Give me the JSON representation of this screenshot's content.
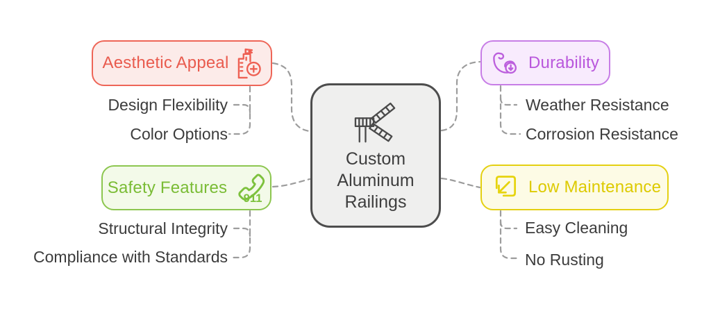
{
  "diagram_title": "Custom Aluminum Railings",
  "center_node": {
    "lines": [
      "Custom",
      "Aluminum",
      "Railings"
    ],
    "icon": "railing-icon",
    "colors": {
      "background": "#efefee",
      "border": "#4d4d4d",
      "text": "#3e3e3e"
    }
  },
  "topics": {
    "aesthetic_appeal": {
      "label": "Aesthetic Appeal",
      "icon": "building-add-icon",
      "colors": {
        "background": "#fcebe9",
        "border": "#ee6557",
        "text": "#e95b4e"
      },
      "children": [
        "Design Flexibility",
        "Color Options"
      ]
    },
    "durability": {
      "label": "Durability",
      "icon": "bicep-strength-icon",
      "colors": {
        "background": "#f8ebfd",
        "border": "#c77de6",
        "text": "#b957dc"
      },
      "children": [
        "Weather Resistance",
        "Corrosion Resistance"
      ]
    },
    "safety_features": {
      "label": "Safety Features",
      "icon": "emergency-phone-911-icon",
      "badge": "911",
      "colors": {
        "background": "#f3fae9",
        "border": "#8cc64f",
        "text": "#7abc35"
      },
      "children": [
        "Structural Integrity",
        "Compliance with Standards"
      ]
    },
    "low_maintenance": {
      "label": "Low Maintenance",
      "icon": "minimize-arrow-icon",
      "colors": {
        "background": "#fdfbe5",
        "border": "#e4d011",
        "text": "#ddca00"
      },
      "children": [
        "Easy Cleaning",
        "No Rusting"
      ]
    }
  },
  "connectors": {
    "color": "#9c9c9c",
    "style": "dashed"
  }
}
